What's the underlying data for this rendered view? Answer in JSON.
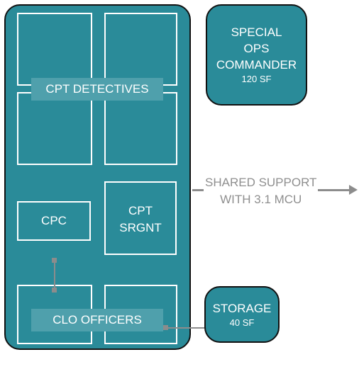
{
  "main_block": {
    "rooms": {
      "detectives": "CPT DETECTIVES",
      "cpc": "CPC",
      "sergeant_line1": "CPT",
      "sergeant_line2": "SRGNT",
      "clo": "CLO OFFICERS"
    }
  },
  "special_ops": {
    "name_line1": "SPECIAL",
    "name_line2": "OPS",
    "name_line3": "COMMANDER",
    "area": "120 SF"
  },
  "storage": {
    "name": "STORAGE",
    "area": "40 SF"
  },
  "shared_support": {
    "line1": "SHARED SUPPORT",
    "line2": "WITH 3.1 MCU"
  },
  "colors": {
    "room_fill": "#2a8b99",
    "label_band": "#4fa0ac",
    "connector": "#8c8c8c"
  }
}
